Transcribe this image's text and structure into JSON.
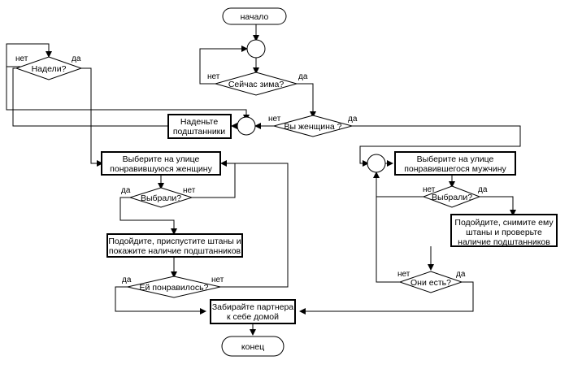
{
  "nodes": {
    "start": "начало",
    "end": "конец",
    "winter": "Сейчас зима?",
    "woman": "Вы женщина ?",
    "wearing": "Надели?",
    "put_on_l1": "Наденьте",
    "put_on_l2": "подштанники",
    "choose_man_l1": "Выберите на улице",
    "choose_man_l2": "понравившуюся женщину",
    "chosen_left": "Выбрали?",
    "approach_show_l1": "Подойдите, приспустите штаны и",
    "approach_show_l2": "покажите наличие подштанников",
    "liked": "Ей понравилось?",
    "take_home_l1": "Забирайте партнера",
    "take_home_l2": "к себе домой",
    "choose_woman_l1": "Выберите на улице",
    "choose_woman_l2": "понравившегося мужчину",
    "chosen_right": "Выбрали?",
    "approach_check_l1": "Подойдите, снимите ему",
    "approach_check_l2": "штаны и проверьте",
    "approach_check_l3": "наличие подштанников",
    "are_there": "Они есть?"
  },
  "edges": {
    "yes": "да",
    "no": "нет"
  }
}
